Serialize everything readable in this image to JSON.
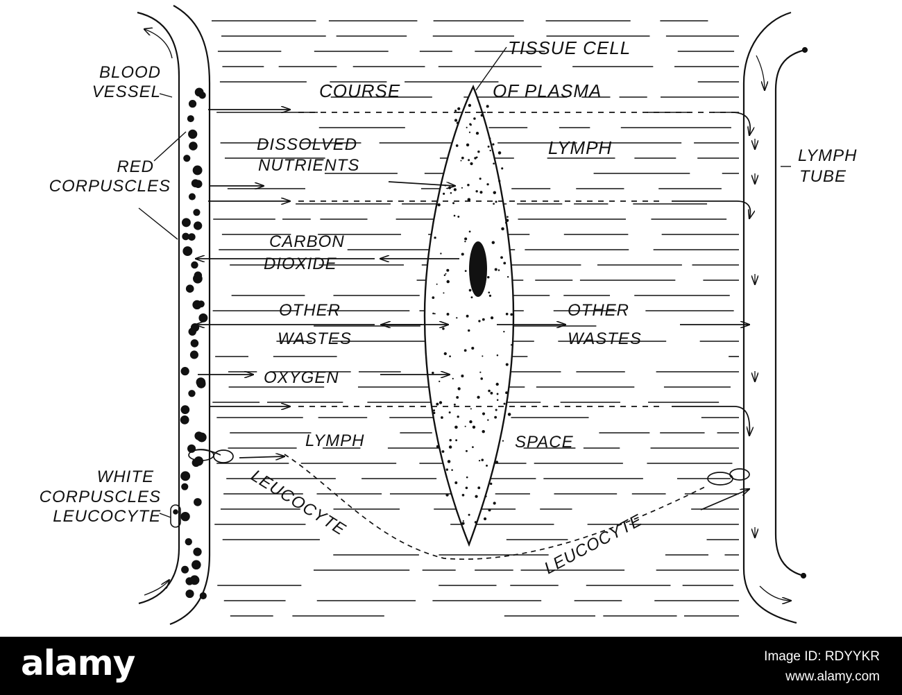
{
  "diagram": {
    "labels": {
      "blood_vessel_1": "BLOOD",
      "blood_vessel_2": "VESSEL",
      "red_corpuscles_1": "RED",
      "red_corpuscles_2": "CORPUSCLES",
      "white_corpuscles_1": "WHITE",
      "white_corpuscles_2": "CORPUSCLES",
      "white_corpuscles_3": "LEUCOCYTE",
      "tissue_cell": "TISSUE CELL",
      "course_of_plasma_1": "COURSE",
      "course_of_plasma_2": "OF PLASMA",
      "dissolved_nutrients_1": "DISSOLVED",
      "dissolved_nutrients_2": "NUTRIENTS",
      "lymph": "LYMPH",
      "carbon_dioxide_1": "CARBON",
      "carbon_dioxide_2": "DIOXIDE",
      "other_wastes_left_1": "OTHER",
      "other_wastes_left_2": "WASTES",
      "other_wastes_right_1": "OTHER",
      "other_wastes_right_2": "WASTES",
      "oxygen": "OXYGEN",
      "lymph_space_1": "LYMPH",
      "lymph_space_2": "SPACE",
      "leucocyte_path_left": "LEUCOCYTE",
      "leucocyte_path_right": "LEUCOCYTE",
      "lymph_tube_1": "LYMPH",
      "lymph_tube_2": "TUBE"
    },
    "colors": {
      "ink": "#111111",
      "background": "#ffffff"
    }
  },
  "footer": {
    "logo": "alamy",
    "image_id_line": "Image ID: RDYYKR",
    "site": "www.alamy.com",
    "background": "#000000"
  }
}
